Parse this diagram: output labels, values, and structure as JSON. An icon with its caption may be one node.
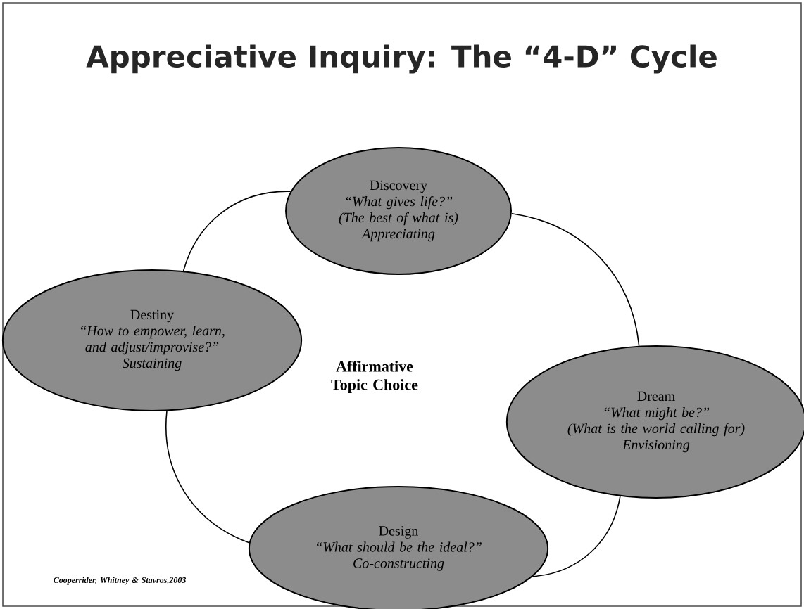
{
  "diagram": {
    "title": "Appreciative Inquiry: The “4-D” Cycle",
    "nodes": [
      {
        "text": [
          "Discovery",
          "“What gives life?”",
          "(The best of what is)",
          "Appreciating"
        ]
      },
      {
        "text": [
          "Destiny",
          "“How to empower, learn, and adjust/improvise?”",
          "Sustaining"
        ]
      },
      {
        "text": [
          "Dream",
          "“What might be?”",
          "(What is the world calling for)",
          "Envisioning"
        ]
      },
      {
        "text": [
          "Design",
          "“What should be the ideal?”",
          "Co-constructing"
        ]
      }
    ],
    "edges": [
      {
        "from": 0,
        "to": 2,
        "arrow": "none"
      },
      {
        "from": 2,
        "to": 3,
        "arrow": "none"
      },
      {
        "from": 3,
        "to": 1,
        "arrow": "none"
      },
      {
        "from": 1,
        "to": 0,
        "arrow": "none"
      }
    ],
    "labels": [
      "Affirmative Topic Choice",
      "Cooperrider, Whitney & Stavros,2003"
    ]
  }
}
